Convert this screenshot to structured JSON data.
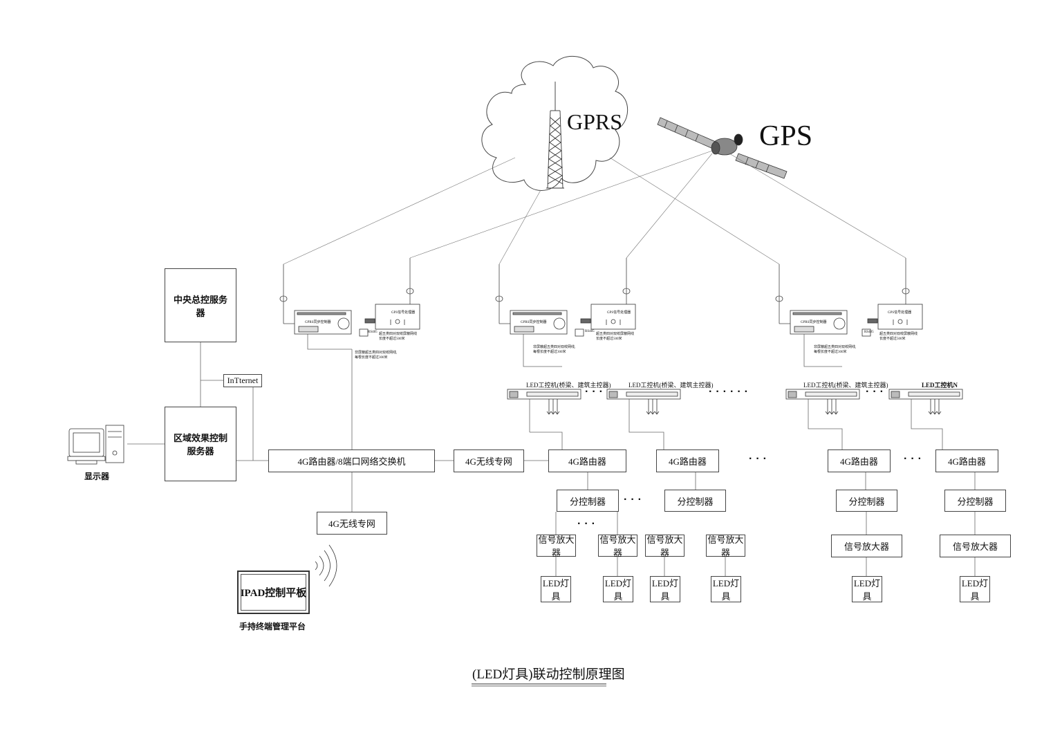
{
  "cloud": {
    "label": "GPRS"
  },
  "satellite": {
    "label": "GPS"
  },
  "central_server": "中央总控服务器",
  "regional_server": "区域效果控制服务器",
  "internet": "InTternet",
  "monitor": "显示器",
  "router_switch": "4G路由器/8端口网络交换机",
  "wireless_net_mid": "4G无线专网",
  "wireless_net_bottom": "4G无线专网",
  "ipad": {
    "label": "IPAD控制平板",
    "caption": "手持终端管理平台"
  },
  "gprs_ctrl": "GPRS同步控制器",
  "gps_proc": "GPS信号处理器",
  "rs485": "RS485",
  "cable_note_a": "超五类四对双绞屏蔽网线",
  "cable_note_b": "长度不超过500米",
  "net_note_a": "非屏蔽超五类四对双绞网线,",
  "net_note_b": "每根长度不超过300米",
  "led_ctrl_1": "LED工控机(桥梁、建筑主控器)",
  "led_ctrl_2": "LED工控机(桥梁、建筑主控器)",
  "led_ctrl_3": "LED工控机(桥梁、建筑主控器)",
  "led_ctrl_n": "LED工控机N",
  "router_4g": "4G路由器",
  "sub_ctrl": "分控制器",
  "amplifier": "信号放大器",
  "led_lamp": "LED灯具",
  "ellipsis": "···",
  "ellipsis_long": "······",
  "title": "(LED灯具)联动控制原理图"
}
